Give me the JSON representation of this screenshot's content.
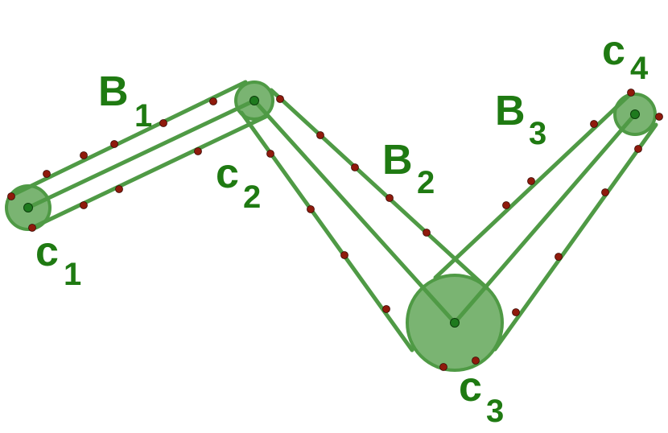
{
  "labels": {
    "c1": {
      "main": "c",
      "sub": "1"
    },
    "c2": {
      "main": "c",
      "sub": "2"
    },
    "c3": {
      "main": "c",
      "sub": "3"
    },
    "c4": {
      "main": "c",
      "sub": "4"
    },
    "B1": {
      "main": "B",
      "sub": "1"
    },
    "B2": {
      "main": "B",
      "sub": "2"
    },
    "B3": {
      "main": "B",
      "sub": "3"
    }
  },
  "colors": {
    "belt": "#4f9a45",
    "pulley_fill": "#7ab472",
    "center": "#1e7a1e",
    "point": "#8f1a0c",
    "label": "#1f7a12"
  }
}
